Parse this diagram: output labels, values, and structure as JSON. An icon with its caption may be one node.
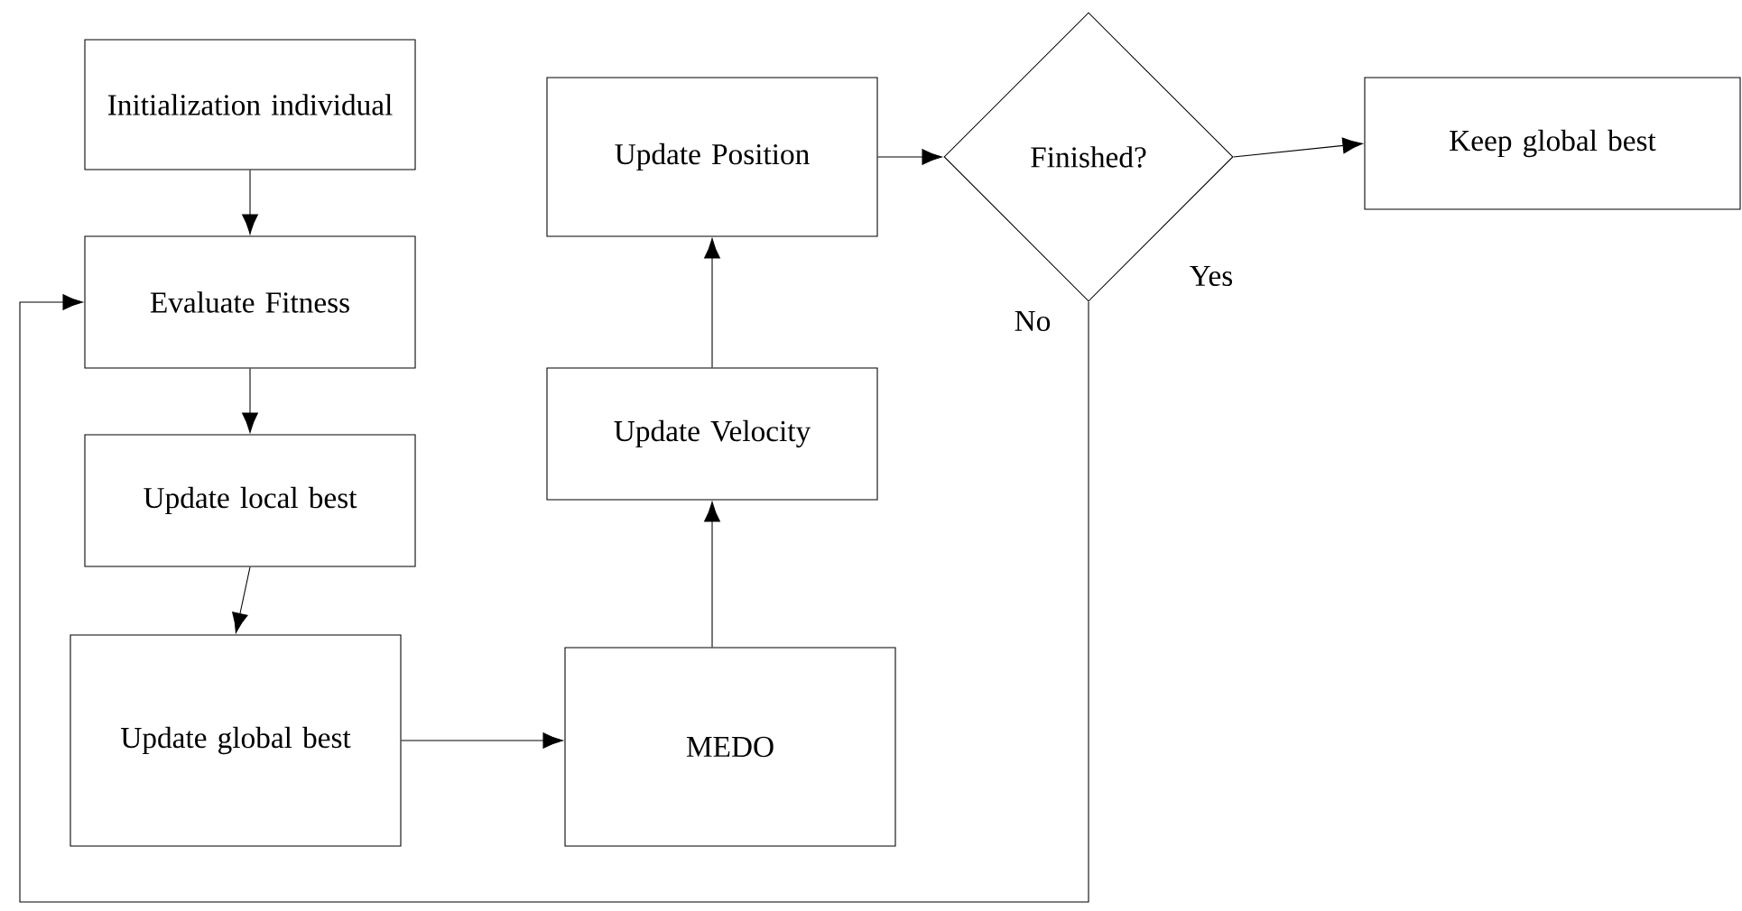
{
  "diagram": {
    "nodes": [
      {
        "text": [
          "Initialization individual"
        ]
      },
      {
        "text": [
          "Evaluate Fitness"
        ]
      },
      {
        "text": [
          "Update  local best"
        ]
      },
      {
        "text": [
          "Update global best"
        ]
      },
      {
        "text": [
          "MEDO"
        ]
      },
      {
        "text": [
          "Update Velocity"
        ]
      },
      {
        "text": [
          "Update Position"
        ]
      },
      {
        "text": [
          "Finished?"
        ]
      },
      {
        "text": [
          "Keep global best"
        ]
      }
    ],
    "edges": [
      {
        "from": 0,
        "to": 1,
        "arrow": "to"
      },
      {
        "from": 1,
        "to": 2,
        "arrow": "to"
      },
      {
        "from": 2,
        "to": 3,
        "arrow": "to"
      },
      {
        "from": 3,
        "to": 4,
        "arrow": "to"
      },
      {
        "from": 4,
        "to": 5,
        "arrow": "to"
      },
      {
        "from": 5,
        "to": 6,
        "arrow": "to"
      },
      {
        "from": 6,
        "to": 7,
        "arrow": "to"
      },
      {
        "from": 7,
        "to": 8,
        "arrow": "to",
        "label": "Yes"
      },
      {
        "from": 7,
        "to": 1,
        "arrow": "to",
        "label": "No"
      }
    ]
  }
}
